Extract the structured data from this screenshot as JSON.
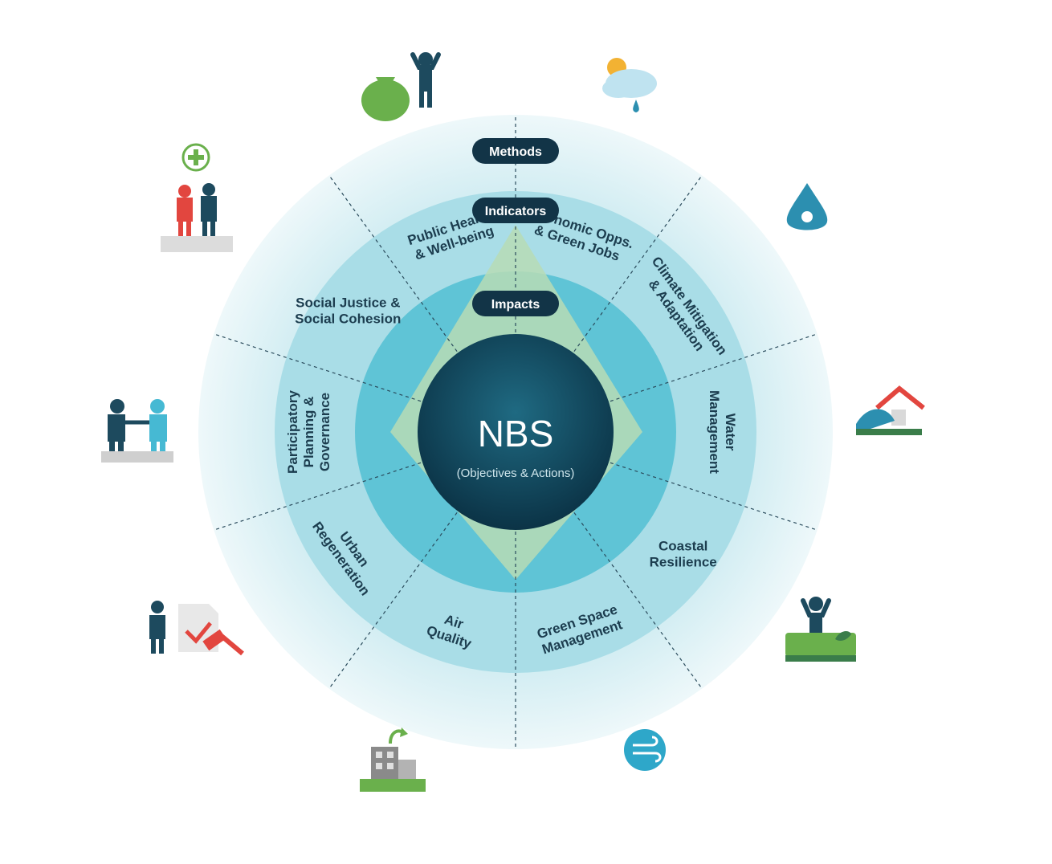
{
  "center": {
    "title": "NBS",
    "subtitle": "(Objectives & Actions)"
  },
  "rings": {
    "methods": "Methods",
    "indicators": "Indicators",
    "impacts": "Impacts"
  },
  "segments": [
    {
      "id": "economic",
      "line1": "Economic Opps.",
      "line2": "& Green Jobs",
      "icon": "money-bag-person-icon"
    },
    {
      "id": "climate",
      "line1": "Climate Mitigation",
      "line2": "& Adaptation",
      "icon": "sun-cloud-rain-icon"
    },
    {
      "id": "water",
      "line1": "Water",
      "line2": "Management",
      "icon": "water-drop-icon"
    },
    {
      "id": "coastal",
      "line1": "Coastal",
      "line2": "Resilience",
      "icon": "coastal-house-icon"
    },
    {
      "id": "greenspace",
      "line1": "Green Space",
      "line2": "Management",
      "icon": "person-green-space-icon"
    },
    {
      "id": "air",
      "line1": "Air",
      "line2": "Quality",
      "icon": "wind-air-icon"
    },
    {
      "id": "urban",
      "line1": "Urban",
      "line2": "Regeneration",
      "icon": "building-regeneration-icon"
    },
    {
      "id": "participatory",
      "line1": "Participatory",
      "line2": "Planning &",
      "line3": "Governance",
      "icon": "person-document-hammer-icon"
    },
    {
      "id": "social",
      "line1": "Social Justice &",
      "line2": "Social Cohesion",
      "icon": "handshake-people-icon"
    },
    {
      "id": "health",
      "line1": "Public Health",
      "line2": "& Well-being",
      "icon": "health-people-icon"
    }
  ],
  "colors": {
    "outer_halo": "#e3f3f6",
    "ring_methods": "#bfe5ec",
    "ring_indicators": "#8fd2df",
    "ring_impacts": "#3eb8cc",
    "core": "#0f3d52",
    "diamond": "#b9ddb4",
    "pill": "#123447",
    "icon_dark": "#1d4a5e",
    "icon_green": "#6ab04c",
    "icon_red": "#e2463f",
    "icon_teal": "#2c8fb0"
  }
}
